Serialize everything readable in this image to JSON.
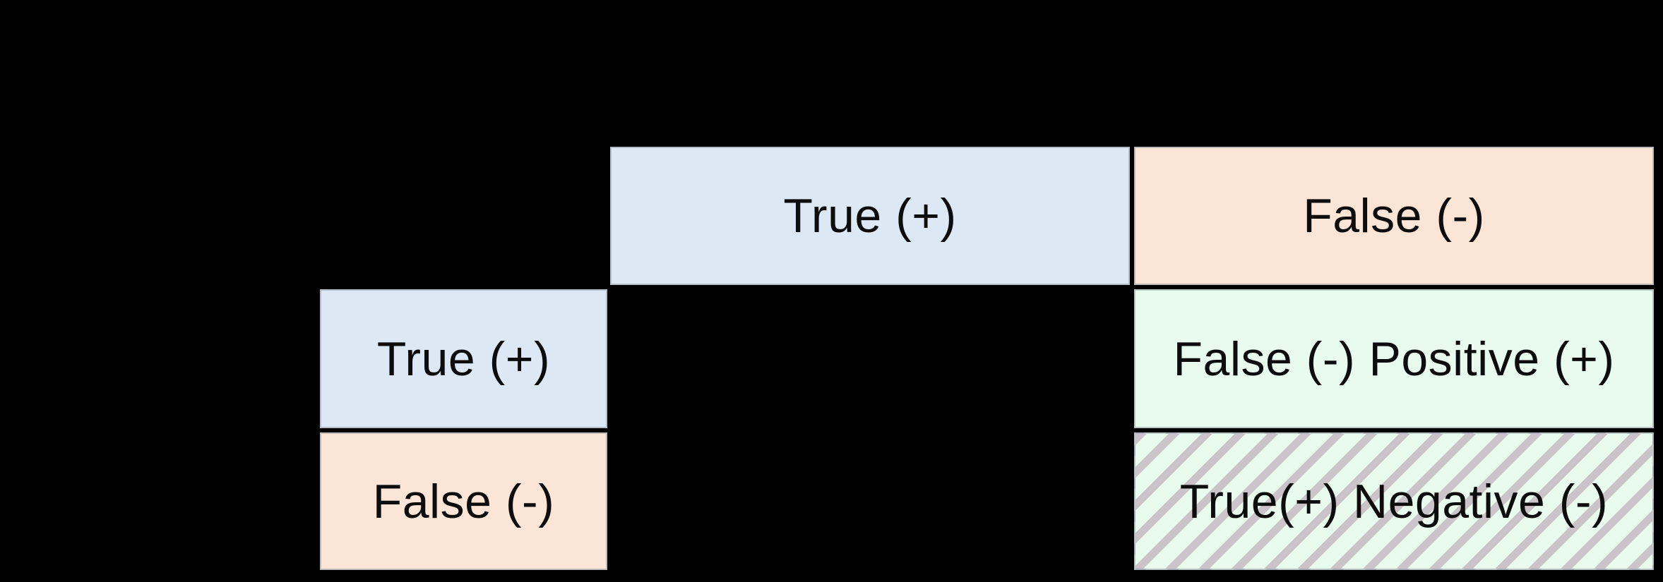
{
  "diagram": {
    "kind": "confusion-matrix",
    "column_headers": [
      {
        "label": "True (+)",
        "color": "#dce8f4"
      },
      {
        "label": "False (-)",
        "color": "#fbe5d6"
      }
    ],
    "row_headers": [
      {
        "label": "True (+)",
        "color": "#dce8f4"
      },
      {
        "label": "False (-)",
        "color": "#fbe5d6"
      }
    ],
    "cells": [
      {
        "row": 1,
        "col": 2,
        "label": "False (-) Positive (+)",
        "color": "#e8fbee",
        "hatched": false
      },
      {
        "row": 2,
        "col": 2,
        "label": "True(+) Negative (-)",
        "color": "#e8fbee",
        "hatched": true,
        "hatch_stripe_color": "#cac4c9"
      },
      {
        "row": 1,
        "col": 1,
        "label": "",
        "color": "#000000",
        "hatched": false
      },
      {
        "row": 2,
        "col": 1,
        "label": "",
        "color": "#000000",
        "hatched": false
      }
    ]
  },
  "colors": {
    "background": "#000000",
    "blue": "#dce8f4",
    "peach": "#fbe5d6",
    "mint": "#e8fbee",
    "hatch": "#cac4c9",
    "text": "#0d0d0d"
  }
}
